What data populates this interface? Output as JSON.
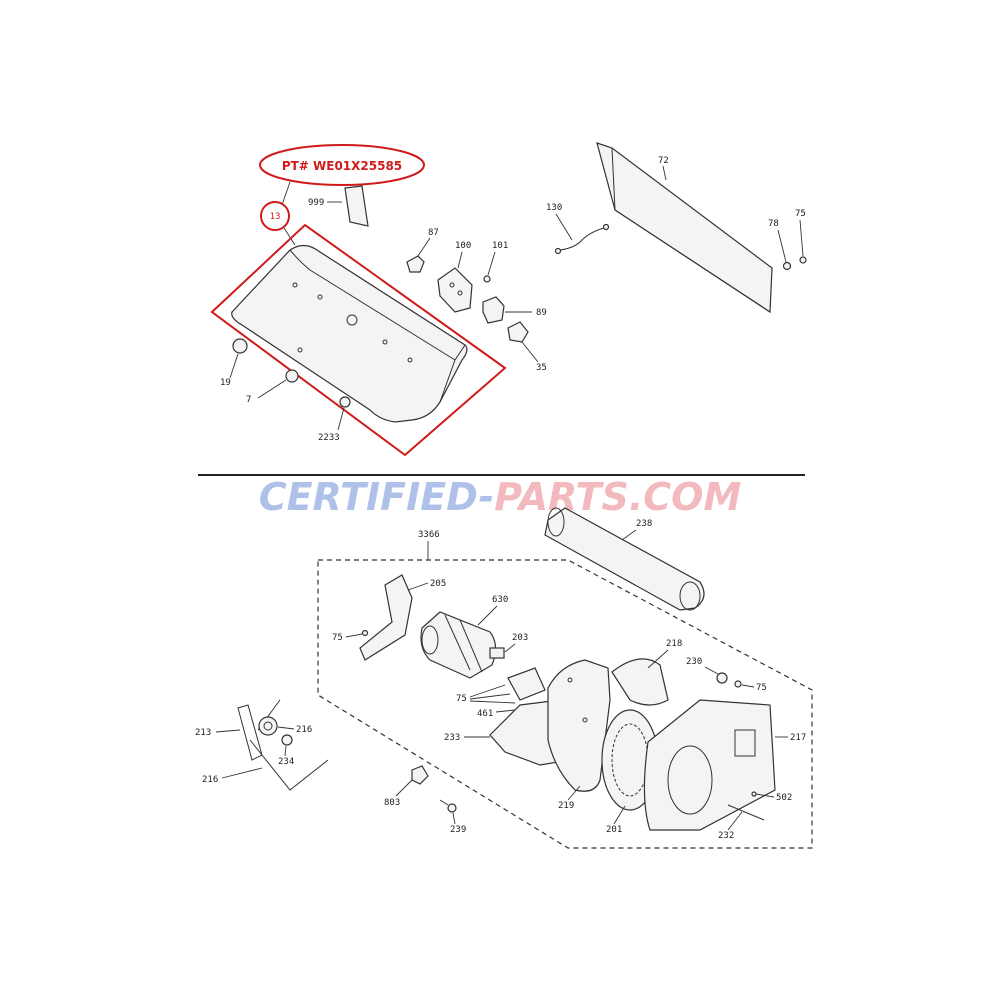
{
  "callout_part_number": "PT# WE01X25585",
  "watermark": {
    "part1": "CERTIFIED-",
    "part2": "PARTS.COM",
    "color1": "#6f8fd6",
    "color2": "#e8808c"
  },
  "highlight_color": "#d11a1a",
  "labels": {
    "l13": "13",
    "l999": "999",
    "l19": "19",
    "l7": "7",
    "l2233": "2233",
    "l87": "87",
    "l100": "100",
    "l101": "101",
    "l89": "89",
    "l35": "35",
    "l130": "130",
    "l72": "72",
    "l78": "78",
    "l75a": "75",
    "l3366": "3366",
    "l205": "205",
    "l75b": "75",
    "l630": "630",
    "l203": "203",
    "l75c": "75",
    "l461": "461",
    "l233": "233",
    "l238": "238",
    "l218": "218",
    "l230": "230",
    "l75d": "75",
    "l217": "217",
    "l502": "502",
    "l232": "232",
    "l201": "201",
    "l219": "219",
    "l213": "213",
    "l216a": "216",
    "l234": "234",
    "l216b": "216",
    "l803": "803",
    "l239": "239"
  }
}
